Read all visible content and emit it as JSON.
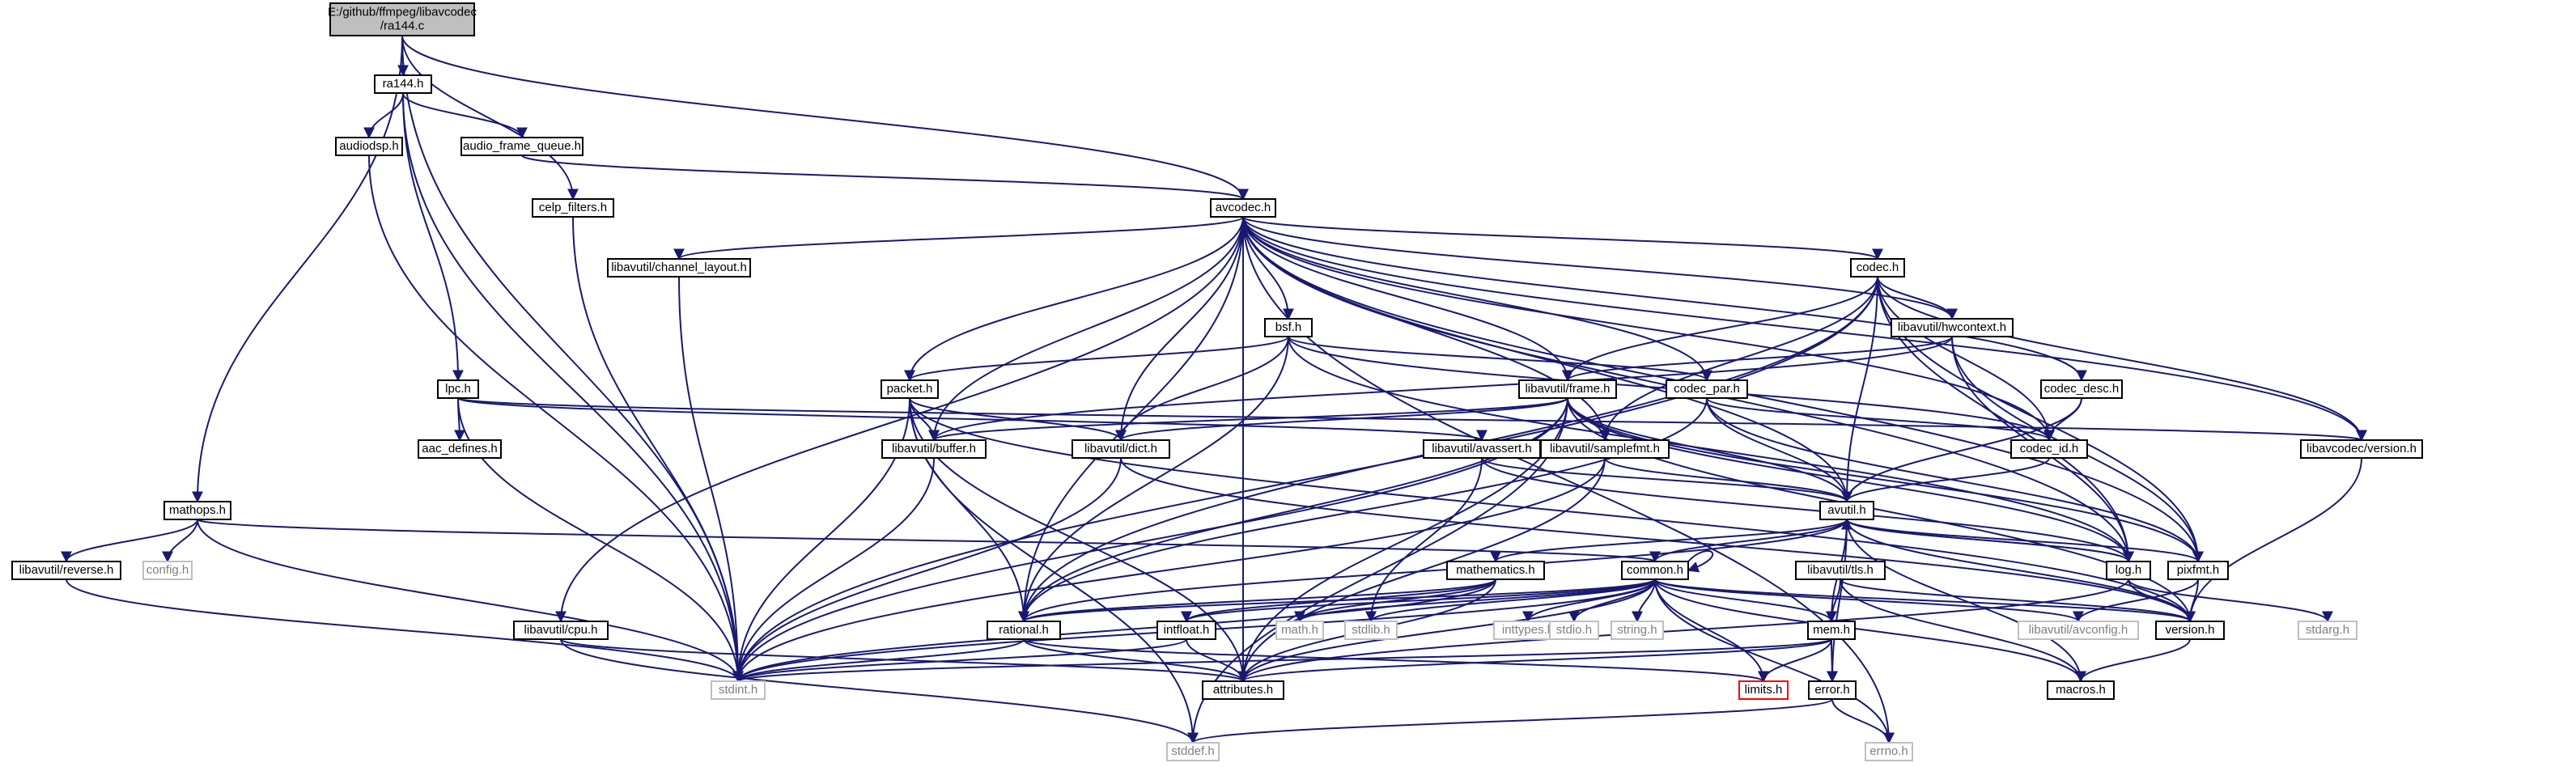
{
  "graph": {
    "colors": {
      "edge": "#191970",
      "root_fill": "#bfbfbf",
      "node_fill": "#ffffff",
      "node_border": "#000000",
      "external_border": "#bfbfbf",
      "external_text": "#7f7f7f",
      "missing_border": "#ff0000",
      "text": "#000000"
    },
    "nodes": [
      {
        "id": "ra144c",
        "label": "E:/github/ffmpeg/libavcodec\n/ra144.c",
        "kind": "root"
      },
      {
        "id": "ra144h",
        "label": "ra144.h",
        "kind": "file"
      },
      {
        "id": "audiodsp",
        "label": "audiodsp.h",
        "kind": "file"
      },
      {
        "id": "afq",
        "label": "audio_frame_queue.h",
        "kind": "file"
      },
      {
        "id": "celp",
        "label": "celp_filters.h",
        "kind": "file"
      },
      {
        "id": "avcodec",
        "label": "avcodec.h",
        "kind": "file"
      },
      {
        "id": "chlayout",
        "label": "libavutil/channel_layout.h",
        "kind": "file"
      },
      {
        "id": "codech",
        "label": "codec.h",
        "kind": "file"
      },
      {
        "id": "hwctx",
        "label": "libavutil/hwcontext.h",
        "kind": "file"
      },
      {
        "id": "bsf",
        "label": "bsf.h",
        "kind": "file"
      },
      {
        "id": "lpc",
        "label": "lpc.h",
        "kind": "file"
      },
      {
        "id": "packet",
        "label": "packet.h",
        "kind": "file"
      },
      {
        "id": "frame",
        "label": "libavutil/frame.h",
        "kind": "file"
      },
      {
        "id": "codecpar",
        "label": "codec_par.h",
        "kind": "file"
      },
      {
        "id": "codecdesc",
        "label": "codec_desc.h",
        "kind": "file"
      },
      {
        "id": "aacdef",
        "label": "aac_defines.h",
        "kind": "file"
      },
      {
        "id": "buffer",
        "label": "libavutil/buffer.h",
        "kind": "file"
      },
      {
        "id": "dict",
        "label": "libavutil/dict.h",
        "kind": "file"
      },
      {
        "id": "avassert",
        "label": "libavutil/avassert.h",
        "kind": "file"
      },
      {
        "id": "samplefmt",
        "label": "libavutil/samplefmt.h",
        "kind": "file"
      },
      {
        "id": "codecid",
        "label": "codec_id.h",
        "kind": "file"
      },
      {
        "id": "version",
        "label": "libavcodec/version.h",
        "kind": "file"
      },
      {
        "id": "mathops",
        "label": "mathops.h",
        "kind": "file"
      },
      {
        "id": "reverse",
        "label": "libavutil/reverse.h",
        "kind": "file"
      },
      {
        "id": "config",
        "label": "config.h",
        "kind": "external"
      },
      {
        "id": "avutil",
        "label": "avutil.h",
        "kind": "file"
      },
      {
        "id": "mathematics",
        "label": "mathematics.h",
        "kind": "file"
      },
      {
        "id": "common",
        "label": "common.h",
        "kind": "file"
      },
      {
        "id": "tls",
        "label": "libavutil/tls.h",
        "kind": "file"
      },
      {
        "id": "log",
        "label": "log.h",
        "kind": "file"
      },
      {
        "id": "pixfmt",
        "label": "pixfmt.h",
        "kind": "file"
      },
      {
        "id": "cpu",
        "label": "libavutil/cpu.h",
        "kind": "file"
      },
      {
        "id": "rational",
        "label": "rational.h",
        "kind": "file"
      },
      {
        "id": "intfloat",
        "label": "intfloat.h",
        "kind": "file"
      },
      {
        "id": "mathh",
        "label": "math.h",
        "kind": "external"
      },
      {
        "id": "stdlib",
        "label": "stdlib.h",
        "kind": "external"
      },
      {
        "id": "inttypes",
        "label": "inttypes.h",
        "kind": "external"
      },
      {
        "id": "stdio",
        "label": "stdio.h",
        "kind": "external"
      },
      {
        "id": "string",
        "label": "string.h",
        "kind": "external"
      },
      {
        "id": "avconfig",
        "label": "libavutil/avconfig.h",
        "kind": "external"
      },
      {
        "id": "versionh",
        "label": "version.h",
        "kind": "file"
      },
      {
        "id": "stdarg",
        "label": "stdarg.h",
        "kind": "external"
      },
      {
        "id": "mem",
        "label": "mem.h",
        "kind": "file"
      },
      {
        "id": "stdint",
        "label": "stdint.h",
        "kind": "external"
      },
      {
        "id": "attributes",
        "label": "attributes.h",
        "kind": "file"
      },
      {
        "id": "limits",
        "label": "limits.h",
        "kind": "missing"
      },
      {
        "id": "error",
        "label": "error.h",
        "kind": "file"
      },
      {
        "id": "macros",
        "label": "macros.h",
        "kind": "file"
      },
      {
        "id": "stddef",
        "label": "stddef.h",
        "kind": "external"
      },
      {
        "id": "errno",
        "label": "errno.h",
        "kind": "external"
      }
    ],
    "edges": [
      [
        "ra144c",
        "ra144h"
      ],
      [
        "ra144c",
        "avcodec"
      ],
      [
        "ra144c",
        "celp"
      ],
      [
        "ra144c",
        "mathops"
      ],
      [
        "ra144c",
        "stdint"
      ],
      [
        "ra144h",
        "audiodsp"
      ],
      [
        "ra144h",
        "afq"
      ],
      [
        "ra144h",
        "lpc"
      ],
      [
        "ra144h",
        "stdint"
      ],
      [
        "audiodsp",
        "stdint"
      ],
      [
        "afq",
        "avcodec"
      ],
      [
        "celp",
        "stdint"
      ],
      [
        "avcodec",
        "chlayout"
      ],
      [
        "avcodec",
        "codech"
      ],
      [
        "avcodec",
        "hwctx"
      ],
      [
        "avcodec",
        "bsf"
      ],
      [
        "avcodec",
        "packet"
      ],
      [
        "avcodec",
        "frame"
      ],
      [
        "avcodec",
        "codecpar"
      ],
      [
        "avcodec",
        "codecdesc"
      ],
      [
        "avcodec",
        "codecid"
      ],
      [
        "avcodec",
        "version"
      ],
      [
        "avcodec",
        "buffer"
      ],
      [
        "avcodec",
        "dict"
      ],
      [
        "avcodec",
        "samplefmt"
      ],
      [
        "avcodec",
        "avutil"
      ],
      [
        "avcodec",
        "log"
      ],
      [
        "avcodec",
        "pixfmt"
      ],
      [
        "avcodec",
        "rational"
      ],
      [
        "avcodec",
        "attributes"
      ],
      [
        "avcodec",
        "cpu"
      ],
      [
        "avcodec",
        "errno"
      ],
      [
        "chlayout",
        "stdint"
      ],
      [
        "codech",
        "hwctx"
      ],
      [
        "codech",
        "frame"
      ],
      [
        "codech",
        "codecid"
      ],
      [
        "codech",
        "version"
      ],
      [
        "codech",
        "avutil"
      ],
      [
        "codech",
        "log"
      ],
      [
        "codech",
        "pixfmt"
      ],
      [
        "codech",
        "rational"
      ],
      [
        "codech",
        "samplefmt"
      ],
      [
        "codech",
        "stdint"
      ],
      [
        "hwctx",
        "buffer"
      ],
      [
        "hwctx",
        "frame"
      ],
      [
        "hwctx",
        "log"
      ],
      [
        "hwctx",
        "pixfmt"
      ],
      [
        "bsf",
        "packet"
      ],
      [
        "bsf",
        "codecpar"
      ],
      [
        "bsf",
        "codecid"
      ],
      [
        "bsf",
        "dict"
      ],
      [
        "bsf",
        "log"
      ],
      [
        "bsf",
        "rational"
      ],
      [
        "lpc",
        "aacdef"
      ],
      [
        "lpc",
        "avassert"
      ],
      [
        "lpc",
        "version"
      ],
      [
        "lpc",
        "stdint"
      ],
      [
        "packet",
        "buffer"
      ],
      [
        "packet",
        "dict"
      ],
      [
        "packet",
        "rational"
      ],
      [
        "packet",
        "attributes"
      ],
      [
        "packet",
        "stdint"
      ],
      [
        "packet",
        "stddef"
      ],
      [
        "packet",
        "versionh"
      ],
      [
        "frame",
        "buffer"
      ],
      [
        "frame",
        "dict"
      ],
      [
        "frame",
        "samplefmt"
      ],
      [
        "frame",
        "avutil"
      ],
      [
        "frame",
        "pixfmt"
      ],
      [
        "frame",
        "rational"
      ],
      [
        "frame",
        "attributes"
      ],
      [
        "frame",
        "log"
      ],
      [
        "frame",
        "stdint"
      ],
      [
        "frame",
        "stddef"
      ],
      [
        "frame",
        "versionh"
      ],
      [
        "codecpar",
        "codecid"
      ],
      [
        "codecpar",
        "avutil"
      ],
      [
        "codecpar",
        "pixfmt"
      ],
      [
        "codecpar",
        "rational"
      ],
      [
        "codecdesc",
        "codecid"
      ],
      [
        "codecdesc",
        "avutil"
      ],
      [
        "buffer",
        "stdint"
      ],
      [
        "dict",
        "stdint"
      ],
      [
        "dict",
        "versionh"
      ],
      [
        "avassert",
        "avutil"
      ],
      [
        "avassert",
        "log"
      ],
      [
        "avassert",
        "stdlib"
      ],
      [
        "samplefmt",
        "avutil"
      ],
      [
        "samplefmt",
        "attributes"
      ],
      [
        "samplefmt",
        "stdint"
      ],
      [
        "codecid",
        "avutil"
      ],
      [
        "version",
        "versionh"
      ],
      [
        "mathops",
        "reverse"
      ],
      [
        "mathops",
        "config"
      ],
      [
        "mathops",
        "common"
      ],
      [
        "mathops",
        "stdint"
      ],
      [
        "reverse",
        "stdint"
      ],
      [
        "avutil",
        "mathematics"
      ],
      [
        "avutil",
        "common"
      ],
      [
        "avutil",
        "log"
      ],
      [
        "avutil",
        "pixfmt"
      ],
      [
        "avutil",
        "rational"
      ],
      [
        "avutil",
        "versionh"
      ],
      [
        "avutil",
        "error"
      ],
      [
        "avutil",
        "macros"
      ],
      [
        "mathematics",
        "rational"
      ],
      [
        "mathematics",
        "intfloat"
      ],
      [
        "mathematics",
        "attributes"
      ],
      [
        "mathematics",
        "mathh"
      ],
      [
        "mathematics",
        "stdint"
      ],
      [
        "common",
        "common"
      ],
      [
        "common",
        "attributes"
      ],
      [
        "common",
        "macros"
      ],
      [
        "common",
        "mem"
      ],
      [
        "common",
        "versionh"
      ],
      [
        "common",
        "avconfig"
      ],
      [
        "common",
        "inttypes"
      ],
      [
        "common",
        "stdio"
      ],
      [
        "common",
        "string"
      ],
      [
        "common",
        "stdlib"
      ],
      [
        "common",
        "mathh"
      ],
      [
        "common",
        "limits"
      ],
      [
        "common",
        "errno"
      ],
      [
        "common",
        "stdint"
      ],
      [
        "common",
        "rational"
      ],
      [
        "common",
        "intfloat"
      ],
      [
        "tls",
        "mem"
      ],
      [
        "tls",
        "versionh"
      ],
      [
        "tls",
        "macros"
      ],
      [
        "log",
        "attributes"
      ],
      [
        "log",
        "versionh"
      ],
      [
        "log",
        "avutil"
      ],
      [
        "log",
        "stdarg"
      ],
      [
        "pixfmt",
        "versionh"
      ],
      [
        "pixfmt",
        "avconfig"
      ],
      [
        "cpu",
        "attributes"
      ],
      [
        "cpu",
        "stddef"
      ],
      [
        "rational",
        "attributes"
      ],
      [
        "rational",
        "stdint"
      ],
      [
        "rational",
        "limits"
      ],
      [
        "intfloat",
        "attributes"
      ],
      [
        "intfloat",
        "stdint"
      ],
      [
        "versionh",
        "macros"
      ],
      [
        "mem",
        "attributes"
      ],
      [
        "mem",
        "avutil"
      ],
      [
        "mem",
        "error"
      ],
      [
        "mem",
        "limits"
      ],
      [
        "mem",
        "stdint"
      ],
      [
        "error",
        "errno"
      ],
      [
        "error",
        "stddef"
      ]
    ]
  }
}
